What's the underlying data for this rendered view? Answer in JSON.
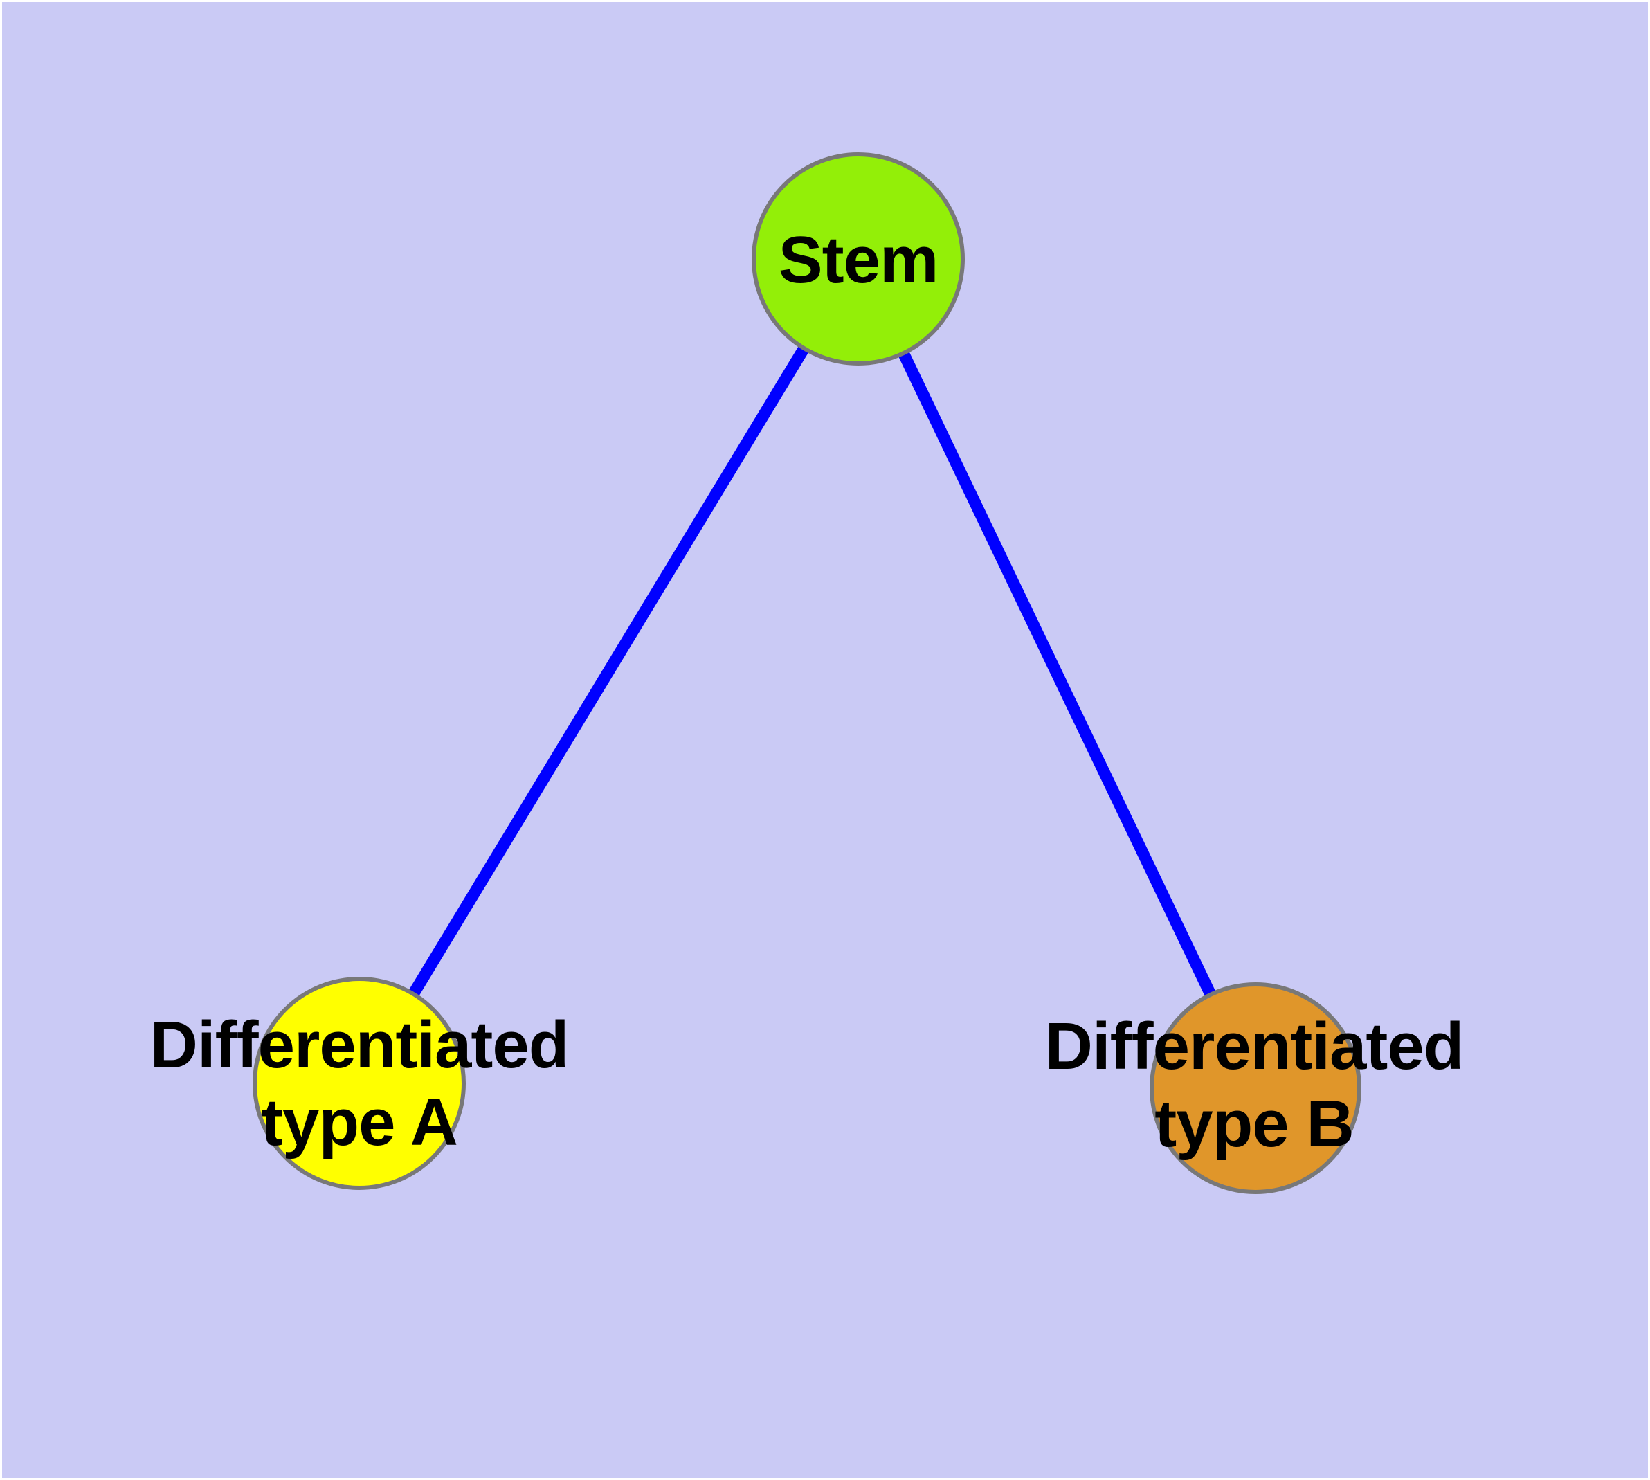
{
  "diagram": {
    "background": "#CACAF5",
    "frame_color": "#FFFFFF",
    "edge_color": "#0000FF",
    "node_border_color": "#787878",
    "label_color": "#000000",
    "nodes": {
      "stem": {
        "label": "Stem",
        "fill": "#93EF08"
      },
      "type_a": {
        "label_line1": "Differentiated",
        "label_line2": "type A",
        "label": "Differentiated type A",
        "fill": "#FFFF00"
      },
      "type_b": {
        "label_line1": "Differentiated",
        "label_line2": "type B",
        "label": "Differentiated type B",
        "fill": "#E0962A"
      }
    },
    "edges": [
      {
        "from": "Stem",
        "to": "Differentiated type A"
      },
      {
        "from": "Stem",
        "to": "Differentiated type B"
      }
    ]
  }
}
